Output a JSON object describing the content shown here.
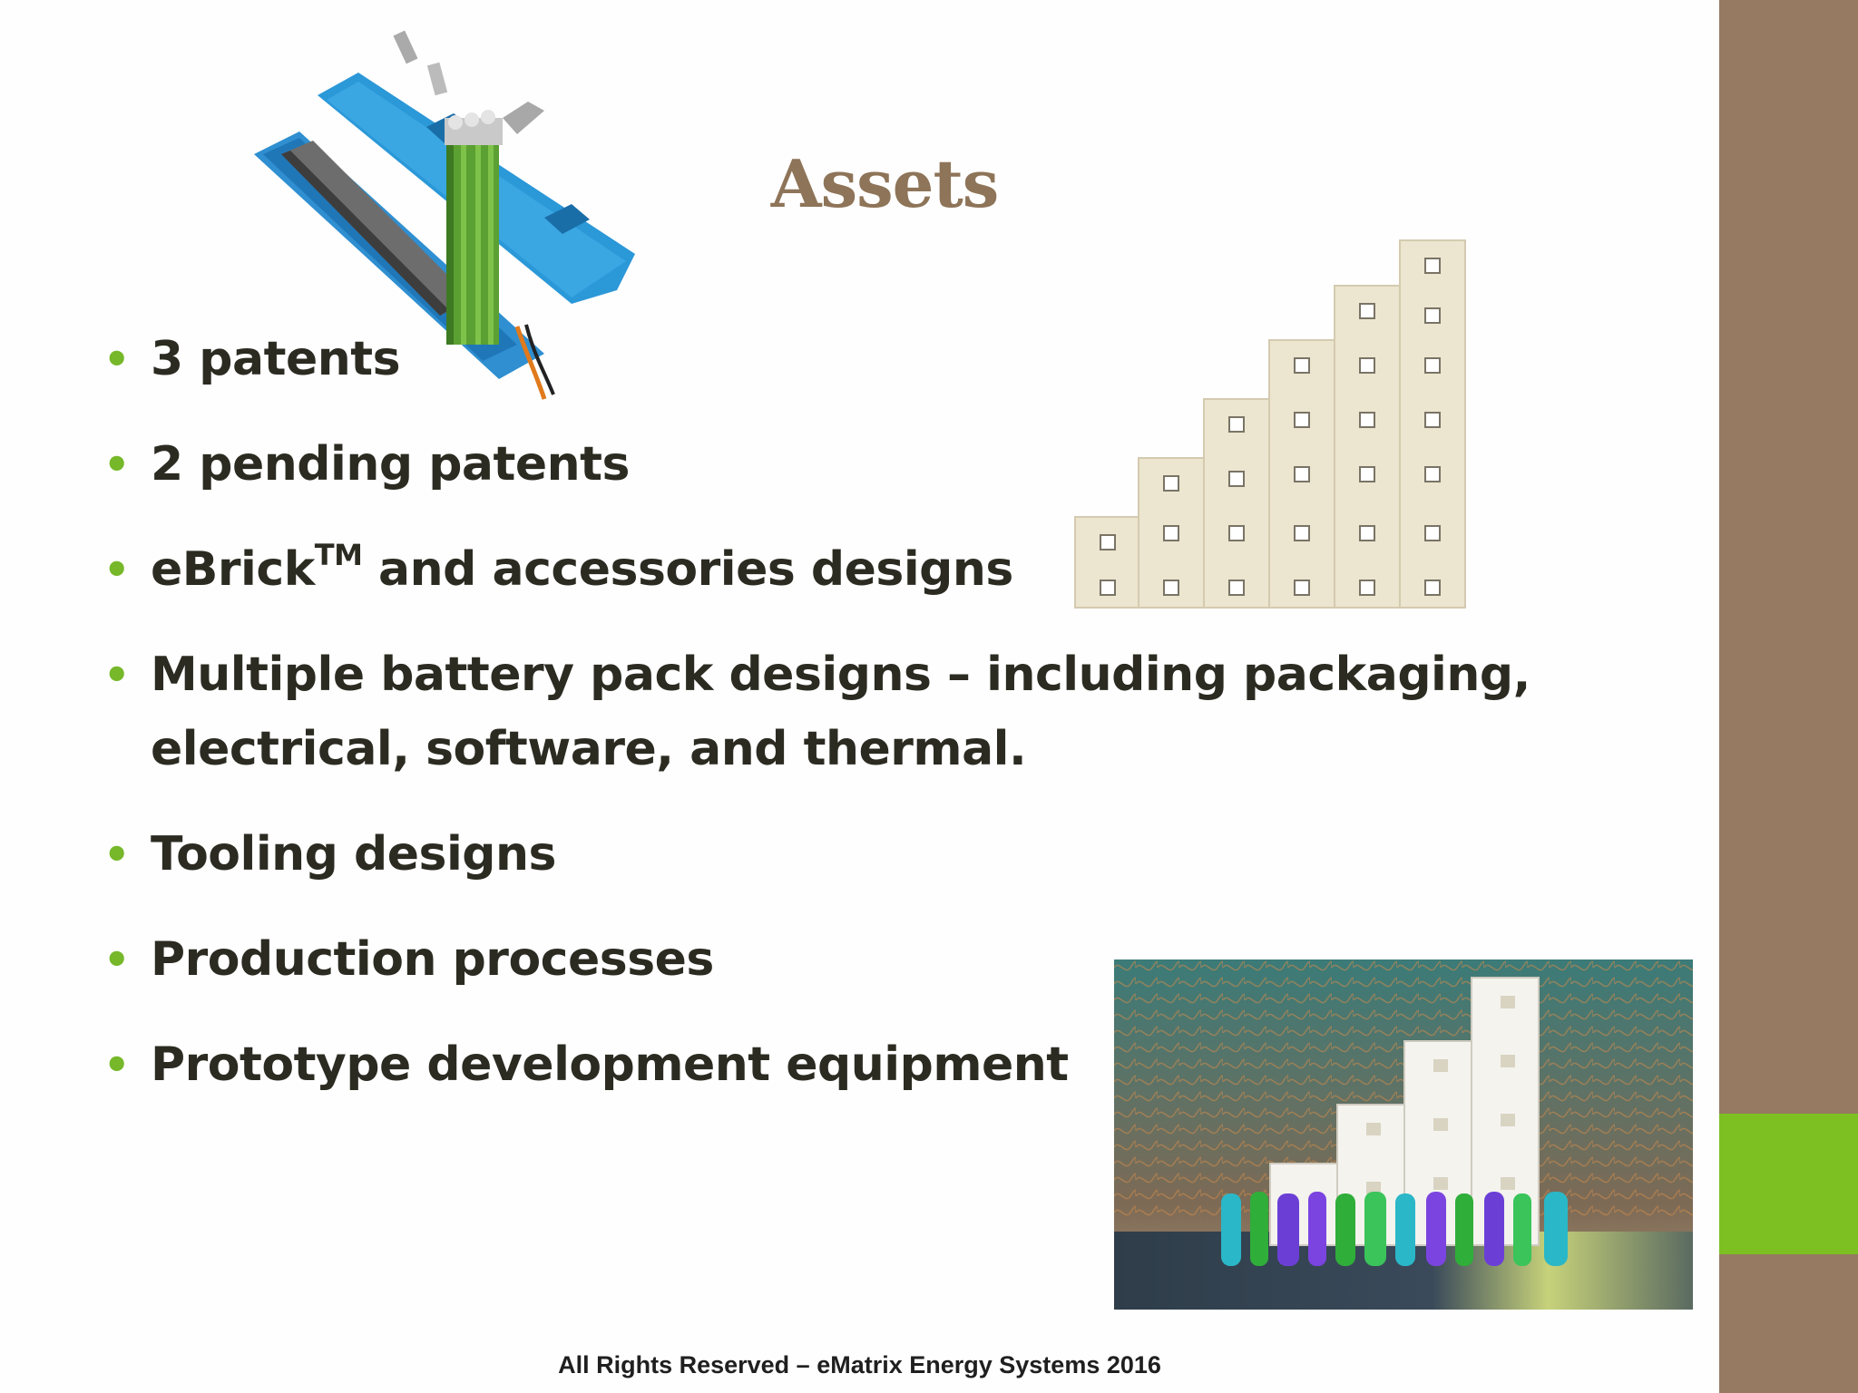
{
  "slide": {
    "title": "Assets",
    "footer": "All Rights Reserved – eMatrix Energy Systems 2016",
    "bullets": [
      {
        "text": "3 patents"
      },
      {
        "text": "2 pending patents"
      },
      {
        "pre": "eBrick",
        "sup": "TM",
        "post": " and accessories designs"
      },
      {
        "text": "Multiple battery pack designs – including packaging, electrical, software, and thermal."
      },
      {
        "text": "Tooling designs"
      },
      {
        "text": "Production processes"
      },
      {
        "text": "Prototype development equipment"
      }
    ]
  },
  "colors": {
    "title": "#8e7458",
    "bullet_dot": "#76b82a",
    "side_bar": "#967a61",
    "side_accent": "#7cc022"
  }
}
